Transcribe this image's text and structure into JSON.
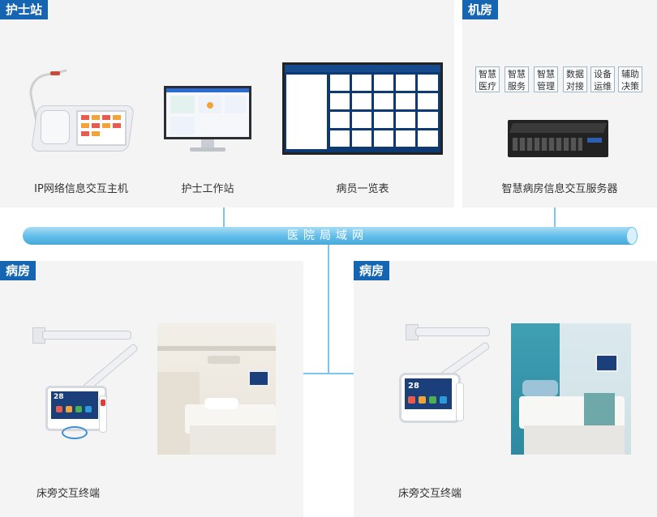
{
  "diagram": {
    "sections": {
      "nurse_station": {
        "tag": "护士站"
      },
      "machine_room": {
        "tag": "机房"
      },
      "ward_left": {
        "tag": "病房"
      },
      "ward_right": {
        "tag": "病房"
      }
    },
    "devices": {
      "ip_host": "IP网络信息交互主机",
      "nurse_workstation": "护士工作站",
      "patient_board": "病员一览表",
      "server": "智慧病房信息交互服务器",
      "bedside_left": "床旁交互终端",
      "bedside_right": "床旁交互终端"
    },
    "network": {
      "label": "医院局域网"
    },
    "server_modules": [
      {
        "line1": "智慧",
        "line2": "医疗"
      },
      {
        "line1": "智慧",
        "line2": "服务"
      },
      {
        "line1": "智慧",
        "line2": "管理"
      },
      {
        "line1": "数据",
        "line2": "对接"
      },
      {
        "line1": "设备",
        "line2": "运维"
      },
      {
        "line1": "辅助",
        "line2": "决策"
      }
    ],
    "terminal_screen_number": "28",
    "colors": {
      "tag_blue": "#1565b3",
      "pipe_blue": "#5fbde9",
      "panel_gray": "#f4f4f4"
    }
  }
}
